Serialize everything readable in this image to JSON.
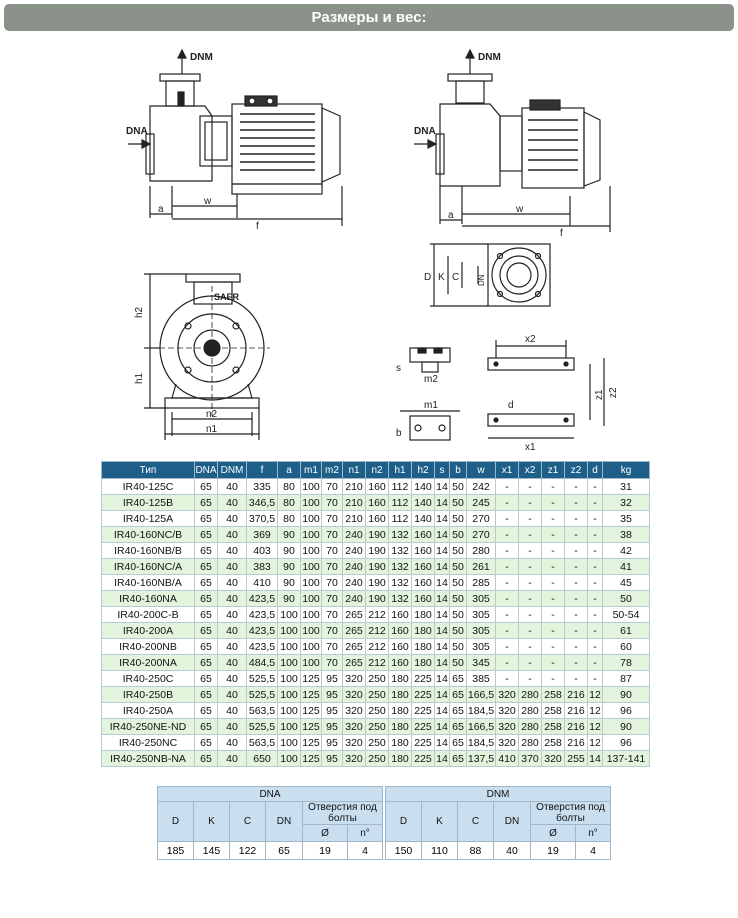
{
  "header": {
    "title": "Размеры и вес:"
  },
  "drawing_labels": {
    "dnm": "DNM",
    "dna": "DNA",
    "a": "a",
    "w": "w",
    "f": "f",
    "h1": "h1",
    "h2": "h2",
    "n1": "n1",
    "n2": "n2",
    "saer": "SAER",
    "D": "D",
    "K": "K",
    "C": "C",
    "DN": "DN",
    "x1": "x1",
    "x2": "x2",
    "z1": "z1",
    "z2": "z2",
    "m1": "m1",
    "m2": "m2",
    "s": "s",
    "b": "b",
    "d": "d"
  },
  "spec_table": {
    "columns": [
      "Тип",
      "DNA",
      "DNM",
      "f",
      "a",
      "m1",
      "m2",
      "n1",
      "n2",
      "h1",
      "h2",
      "s",
      "b",
      "w",
      "x1",
      "x2",
      "z1",
      "z2",
      "d",
      "kg"
    ],
    "rows": [
      [
        "IR40-125C",
        "65",
        "40",
        "335",
        "80",
        "100",
        "70",
        "210",
        "160",
        "112",
        "140",
        "14",
        "50",
        "242",
        "-",
        "-",
        "-",
        "-",
        "-",
        "31"
      ],
      [
        "IR40-125B",
        "65",
        "40",
        "346,5",
        "80",
        "100",
        "70",
        "210",
        "160",
        "112",
        "140",
        "14",
        "50",
        "245",
        "-",
        "-",
        "-",
        "-",
        "-",
        "32"
      ],
      [
        "IR40-125A",
        "65",
        "40",
        "370,5",
        "80",
        "100",
        "70",
        "210",
        "160",
        "112",
        "140",
        "14",
        "50",
        "270",
        "-",
        "-",
        "-",
        "-",
        "-",
        "35"
      ],
      [
        "IR40-160NC/B",
        "65",
        "40",
        "369",
        "90",
        "100",
        "70",
        "240",
        "190",
        "132",
        "160",
        "14",
        "50",
        "270",
        "-",
        "-",
        "-",
        "-",
        "-",
        "38"
      ],
      [
        "IR40-160NB/B",
        "65",
        "40",
        "403",
        "90",
        "100",
        "70",
        "240",
        "190",
        "132",
        "160",
        "14",
        "50",
        "280",
        "-",
        "-",
        "-",
        "-",
        "-",
        "42"
      ],
      [
        "IR40-160NC/A",
        "65",
        "40",
        "383",
        "90",
        "100",
        "70",
        "240",
        "190",
        "132",
        "160",
        "14",
        "50",
        "261",
        "-",
        "-",
        "-",
        "-",
        "-",
        "41"
      ],
      [
        "IR40-160NB/A",
        "65",
        "40",
        "410",
        "90",
        "100",
        "70",
        "240",
        "190",
        "132",
        "160",
        "14",
        "50",
        "285",
        "-",
        "-",
        "-",
        "-",
        "-",
        "45"
      ],
      [
        "IR40-160NA",
        "65",
        "40",
        "423,5",
        "90",
        "100",
        "70",
        "240",
        "190",
        "132",
        "160",
        "14",
        "50",
        "305",
        "-",
        "-",
        "-",
        "-",
        "-",
        "50"
      ],
      [
        "IR40-200C-B",
        "65",
        "40",
        "423,5",
        "100",
        "100",
        "70",
        "265",
        "212",
        "160",
        "180",
        "14",
        "50",
        "305",
        "-",
        "-",
        "-",
        "-",
        "-",
        "50-54"
      ],
      [
        "IR40-200A",
        "65",
        "40",
        "423,5",
        "100",
        "100",
        "70",
        "265",
        "212",
        "160",
        "180",
        "14",
        "50",
        "305",
        "-",
        "-",
        "-",
        "-",
        "-",
        "61"
      ],
      [
        "IR40-200NB",
        "65",
        "40",
        "423,5",
        "100",
        "100",
        "70",
        "265",
        "212",
        "160",
        "180",
        "14",
        "50",
        "305",
        "-",
        "-",
        "-",
        "-",
        "-",
        "60"
      ],
      [
        "IR40-200NA",
        "65",
        "40",
        "484,5",
        "100",
        "100",
        "70",
        "265",
        "212",
        "160",
        "180",
        "14",
        "50",
        "345",
        "-",
        "-",
        "-",
        "-",
        "-",
        "78"
      ],
      [
        "IR40-250C",
        "65",
        "40",
        "525,5",
        "100",
        "125",
        "95",
        "320",
        "250",
        "180",
        "225",
        "14",
        "65",
        "385",
        "-",
        "-",
        "-",
        "-",
        "-",
        "87"
      ],
      [
        "IR40-250B",
        "65",
        "40",
        "525,5",
        "100",
        "125",
        "95",
        "320",
        "250",
        "180",
        "225",
        "14",
        "65",
        "166,5",
        "320",
        "280",
        "258",
        "216",
        "12",
        "90"
      ],
      [
        "IR40-250A",
        "65",
        "40",
        "563,5",
        "100",
        "125",
        "95",
        "320",
        "250",
        "180",
        "225",
        "14",
        "65",
        "184,5",
        "320",
        "280",
        "258",
        "216",
        "12",
        "96"
      ],
      [
        "IR40-250NE-ND",
        "65",
        "40",
        "525,5",
        "100",
        "125",
        "95",
        "320",
        "250",
        "180",
        "225",
        "14",
        "65",
        "166,5",
        "320",
        "280",
        "258",
        "216",
        "12",
        "90"
      ],
      [
        "IR40-250NC",
        "65",
        "40",
        "563,5",
        "100",
        "125",
        "95",
        "320",
        "250",
        "180",
        "225",
        "14",
        "65",
        "184,5",
        "320",
        "280",
        "258",
        "216",
        "12",
        "96"
      ],
      [
        "IR40-250NB-NA",
        "65",
        "40",
        "650",
        "100",
        "125",
        "95",
        "320",
        "250",
        "180",
        "225",
        "14",
        "65",
        "137,5",
        "410",
        "370",
        "320",
        "255",
        "14",
        "137-141"
      ]
    ]
  },
  "flange_tables": [
    {
      "title": "DNA",
      "cols": [
        "D",
        "K",
        "C",
        "DN"
      ],
      "holes": "Отверстия под болты",
      "sub": [
        "Ø",
        "n°"
      ],
      "values": [
        "185",
        "145",
        "122",
        "65",
        "19",
        "4"
      ]
    },
    {
      "title": "DNM",
      "cols": [
        "D",
        "K",
        "C",
        "DN"
      ],
      "holes": "Отверстия под болты",
      "sub": [
        "Ø",
        "n°"
      ],
      "values": [
        "150",
        "110",
        "88",
        "40",
        "19",
        "4"
      ]
    }
  ]
}
